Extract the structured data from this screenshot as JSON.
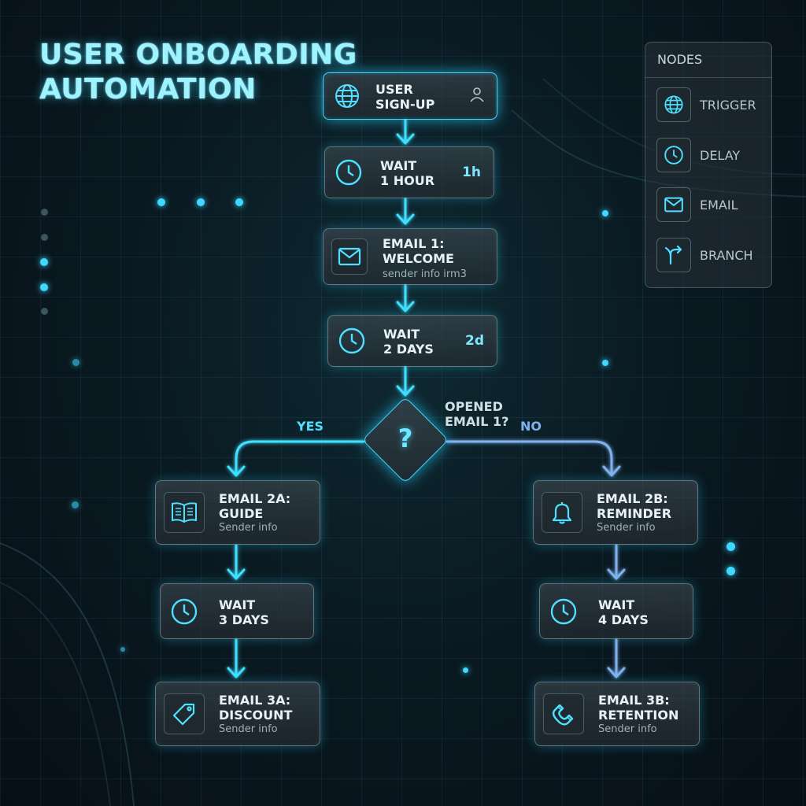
{
  "title": {
    "line1": "USER ONBOARDING",
    "line2": "AUTOMATION"
  },
  "nodes": {
    "signup": {
      "line1": "USER",
      "line2": "SIGN-UP"
    },
    "wait1": {
      "line1": "WAIT",
      "line2": "1 HOUR",
      "badge": "1h"
    },
    "email1": {
      "line1": "EMAIL 1:",
      "line2": "WELCOME",
      "sub": "sender info irm3"
    },
    "wait2": {
      "line1": "WAIT",
      "line2": "2 DAYS",
      "badge": "2d"
    },
    "decision": {
      "symbol": "?",
      "line1": "OPENED",
      "line2": "EMAIL 1?",
      "yes": "YES",
      "no": "NO"
    },
    "email2a": {
      "line1": "EMAIL 2A:",
      "line2": "GUIDE",
      "sub": "Sender info"
    },
    "wait3": {
      "line1": "WAIT",
      "line2": "3 DAYS"
    },
    "email3a": {
      "line1": "EMAIL 3A:",
      "line2": "DISCOUNT",
      "sub": "Sender info"
    },
    "email2b": {
      "line1": "EMAIL 2B:",
      "line2": "REMINDER",
      "sub": "Sender info"
    },
    "wait4": {
      "line1": "WAIT",
      "line2": "4 DAYS"
    },
    "email3b": {
      "line1": "EMAIL 3B:",
      "line2": "RETENTION",
      "sub": "Sender info"
    }
  },
  "palette": {
    "title": "NODES",
    "items": [
      {
        "label": "TRIGGER",
        "icon": "globe-icon"
      },
      {
        "label": "DELAY",
        "icon": "clock-icon"
      },
      {
        "label": "EMAIL",
        "icon": "envelope-icon"
      },
      {
        "label": "BRANCH",
        "icon": "branch-icon"
      }
    ]
  },
  "colors": {
    "accent": "#40dcff",
    "branch_no": "#7fb2ee",
    "text": "#e8f2f4"
  }
}
